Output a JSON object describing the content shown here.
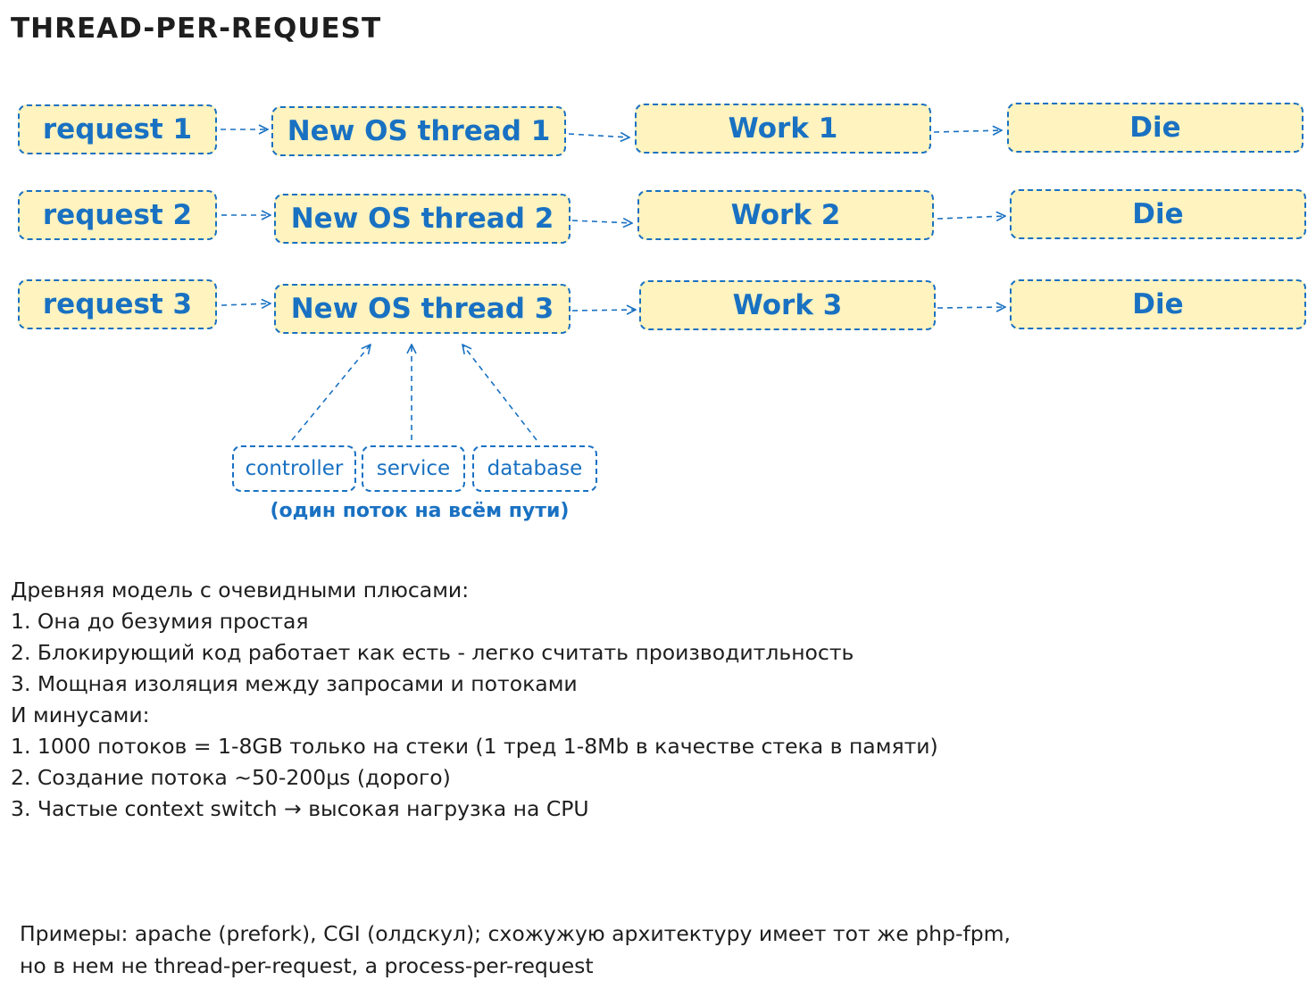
{
  "title": "THREAD-PER-REQUEST",
  "rows": [
    {
      "request": "request 1",
      "thread": "New OS thread 1",
      "work": "Work 1",
      "end": "Die"
    },
    {
      "request": "request 2",
      "thread": "New OS thread 2",
      "work": "Work 2",
      "end": "Die"
    },
    {
      "request": "request 3",
      "thread": "New OS thread 3",
      "work": "Work 3",
      "end": "Die"
    }
  ],
  "layers": [
    "controller",
    "service",
    "database"
  ],
  "layers_caption": "(один поток на всём пути)",
  "notes": [
    "Древняя модель с очевидными плюсами:",
    "1. Она до безумия простая",
    "2. Блокирующий код работает как есть - легко считать производитльность",
    "3. Мощная изоляция между запросами и потоками",
    "И минусами:",
    "1. 1000 потоков = 1-8GB только на стеки (1 тред 1-8Mb в качестве стека в памяти)",
    "2. Создание потока ~50-200μs (дорого)",
    "3. Частые context switch → высокая нагрузка на CPU"
  ],
  "examples": [
    "Примеры: apache (prefork), CGI (олдскул); схожужую архитектуру имеет тот же php-fpm,",
    "но в нем не thread-per-request, а process-per-request"
  ],
  "colors": {
    "stroke": "#1971c2",
    "fill": "#fff3bf",
    "text": "#1e1e1e"
  }
}
